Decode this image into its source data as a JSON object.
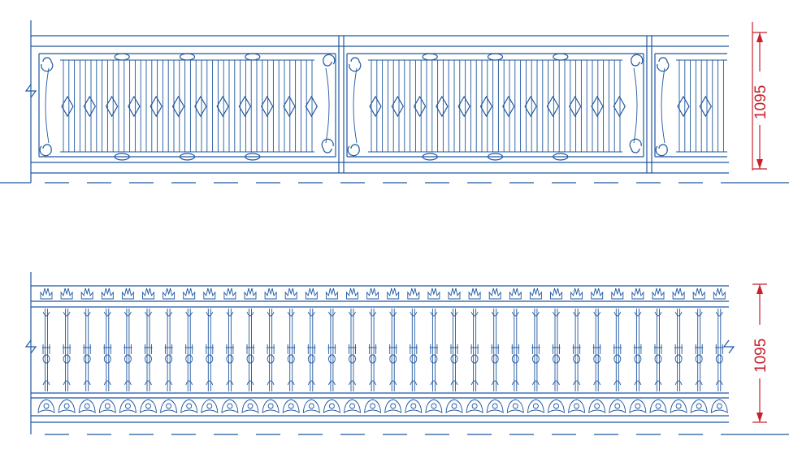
{
  "drawing": {
    "line_color": "#1f57a0",
    "dimension_color": "#c8202a"
  },
  "railings": [
    {
      "type": "wrought-iron-panel",
      "panel_count": 3,
      "dimension": {
        "label": "1095"
      }
    },
    {
      "type": "baluster",
      "baluster_count": 34,
      "dimension": {
        "label": "1095"
      }
    }
  ]
}
